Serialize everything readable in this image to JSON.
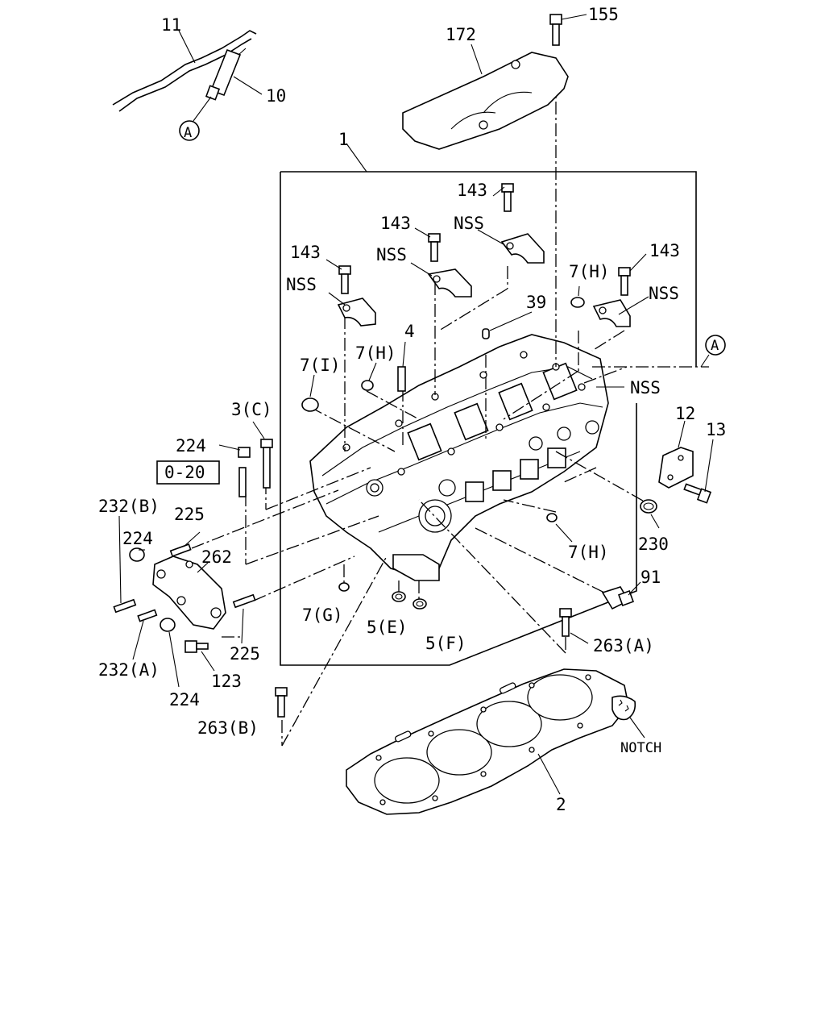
{
  "labels": {
    "l1": "1",
    "l2": "2",
    "l3c": "3(C)",
    "l4": "4",
    "l5e": "5(E)",
    "l5f": "5(F)",
    "l7i": "7(I)",
    "l7h_a": "7(H)",
    "l7h_b": "7(H)",
    "l7h_c": "7(H)",
    "l7g": "7(G)",
    "l10": "10",
    "l11": "11",
    "l12": "12",
    "l13": "13",
    "l39": "39",
    "l91": "91",
    "l123": "123",
    "l143_a": "143",
    "l143_b": "143",
    "l143_c": "143",
    "l143_d": "143",
    "l155": "155",
    "l172": "172",
    "l224_a": "224",
    "l224_b": "224",
    "l224_c": "224",
    "l225_a": "225",
    "l225_b": "225",
    "l230": "230",
    "l232a": "232(A)",
    "l232b": "232(B)",
    "l262": "262",
    "l263a": "263(A)",
    "l263b": "263(B)",
    "l020": "0-20",
    "nss_a": "NSS",
    "nss_b": "NSS",
    "nss_c": "NSS",
    "nss_d": "NSS",
    "nss_e": "NSS",
    "notch": "NOTCH",
    "ref_a1": "A",
    "ref_a2": "A"
  }
}
